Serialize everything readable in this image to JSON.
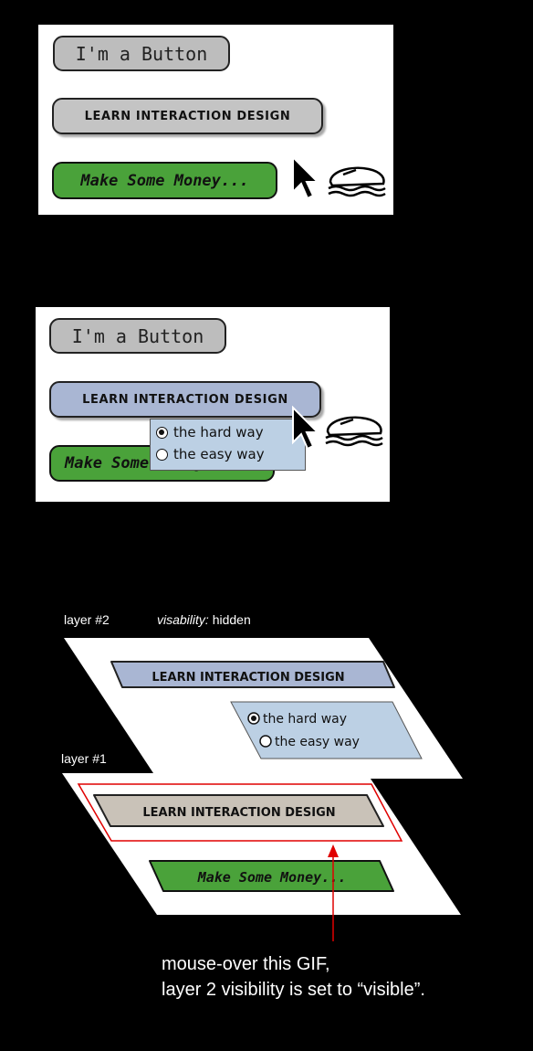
{
  "panel1": {
    "plain_button": "I'm a Button",
    "learn_button": "LEARN INTERACTION DESIGN",
    "money_button": "Make Some Money..."
  },
  "panel2": {
    "plain_button": "I'm a Button",
    "learn_button": "LEARN INTERACTION DESIGN",
    "money_button": "Make Some Money...",
    "dropdown_options": [
      "the hard way",
      "the easy way"
    ],
    "selected_option": "the hard way"
  },
  "layers": {
    "layer2_label": "layer #2",
    "visibility_key": "visability:",
    "visibility_value": "hidden",
    "layer1_label": "layer #1",
    "layer2_button": "LEARN INTERACTION DESIGN",
    "layer2_options": [
      "the hard way",
      "the easy way"
    ],
    "layer1_button": "LEARN INTERACTION DESIGN",
    "layer1_money": "Make Some Money...",
    "caption_line1": "mouse-over this GIF,",
    "caption_line2": "layer 2 visibility is set to “visible”."
  },
  "colors": {
    "hover_blue": "#a9b6d3",
    "money_green": "#4aa23a",
    "highlight_red": "#e00000",
    "dropdown_blue": "#bcd0e4"
  },
  "icons": [
    "pointer-cursor-icon",
    "computer-mouse-icon",
    "radio-selected-icon",
    "radio-unselected-icon"
  ]
}
